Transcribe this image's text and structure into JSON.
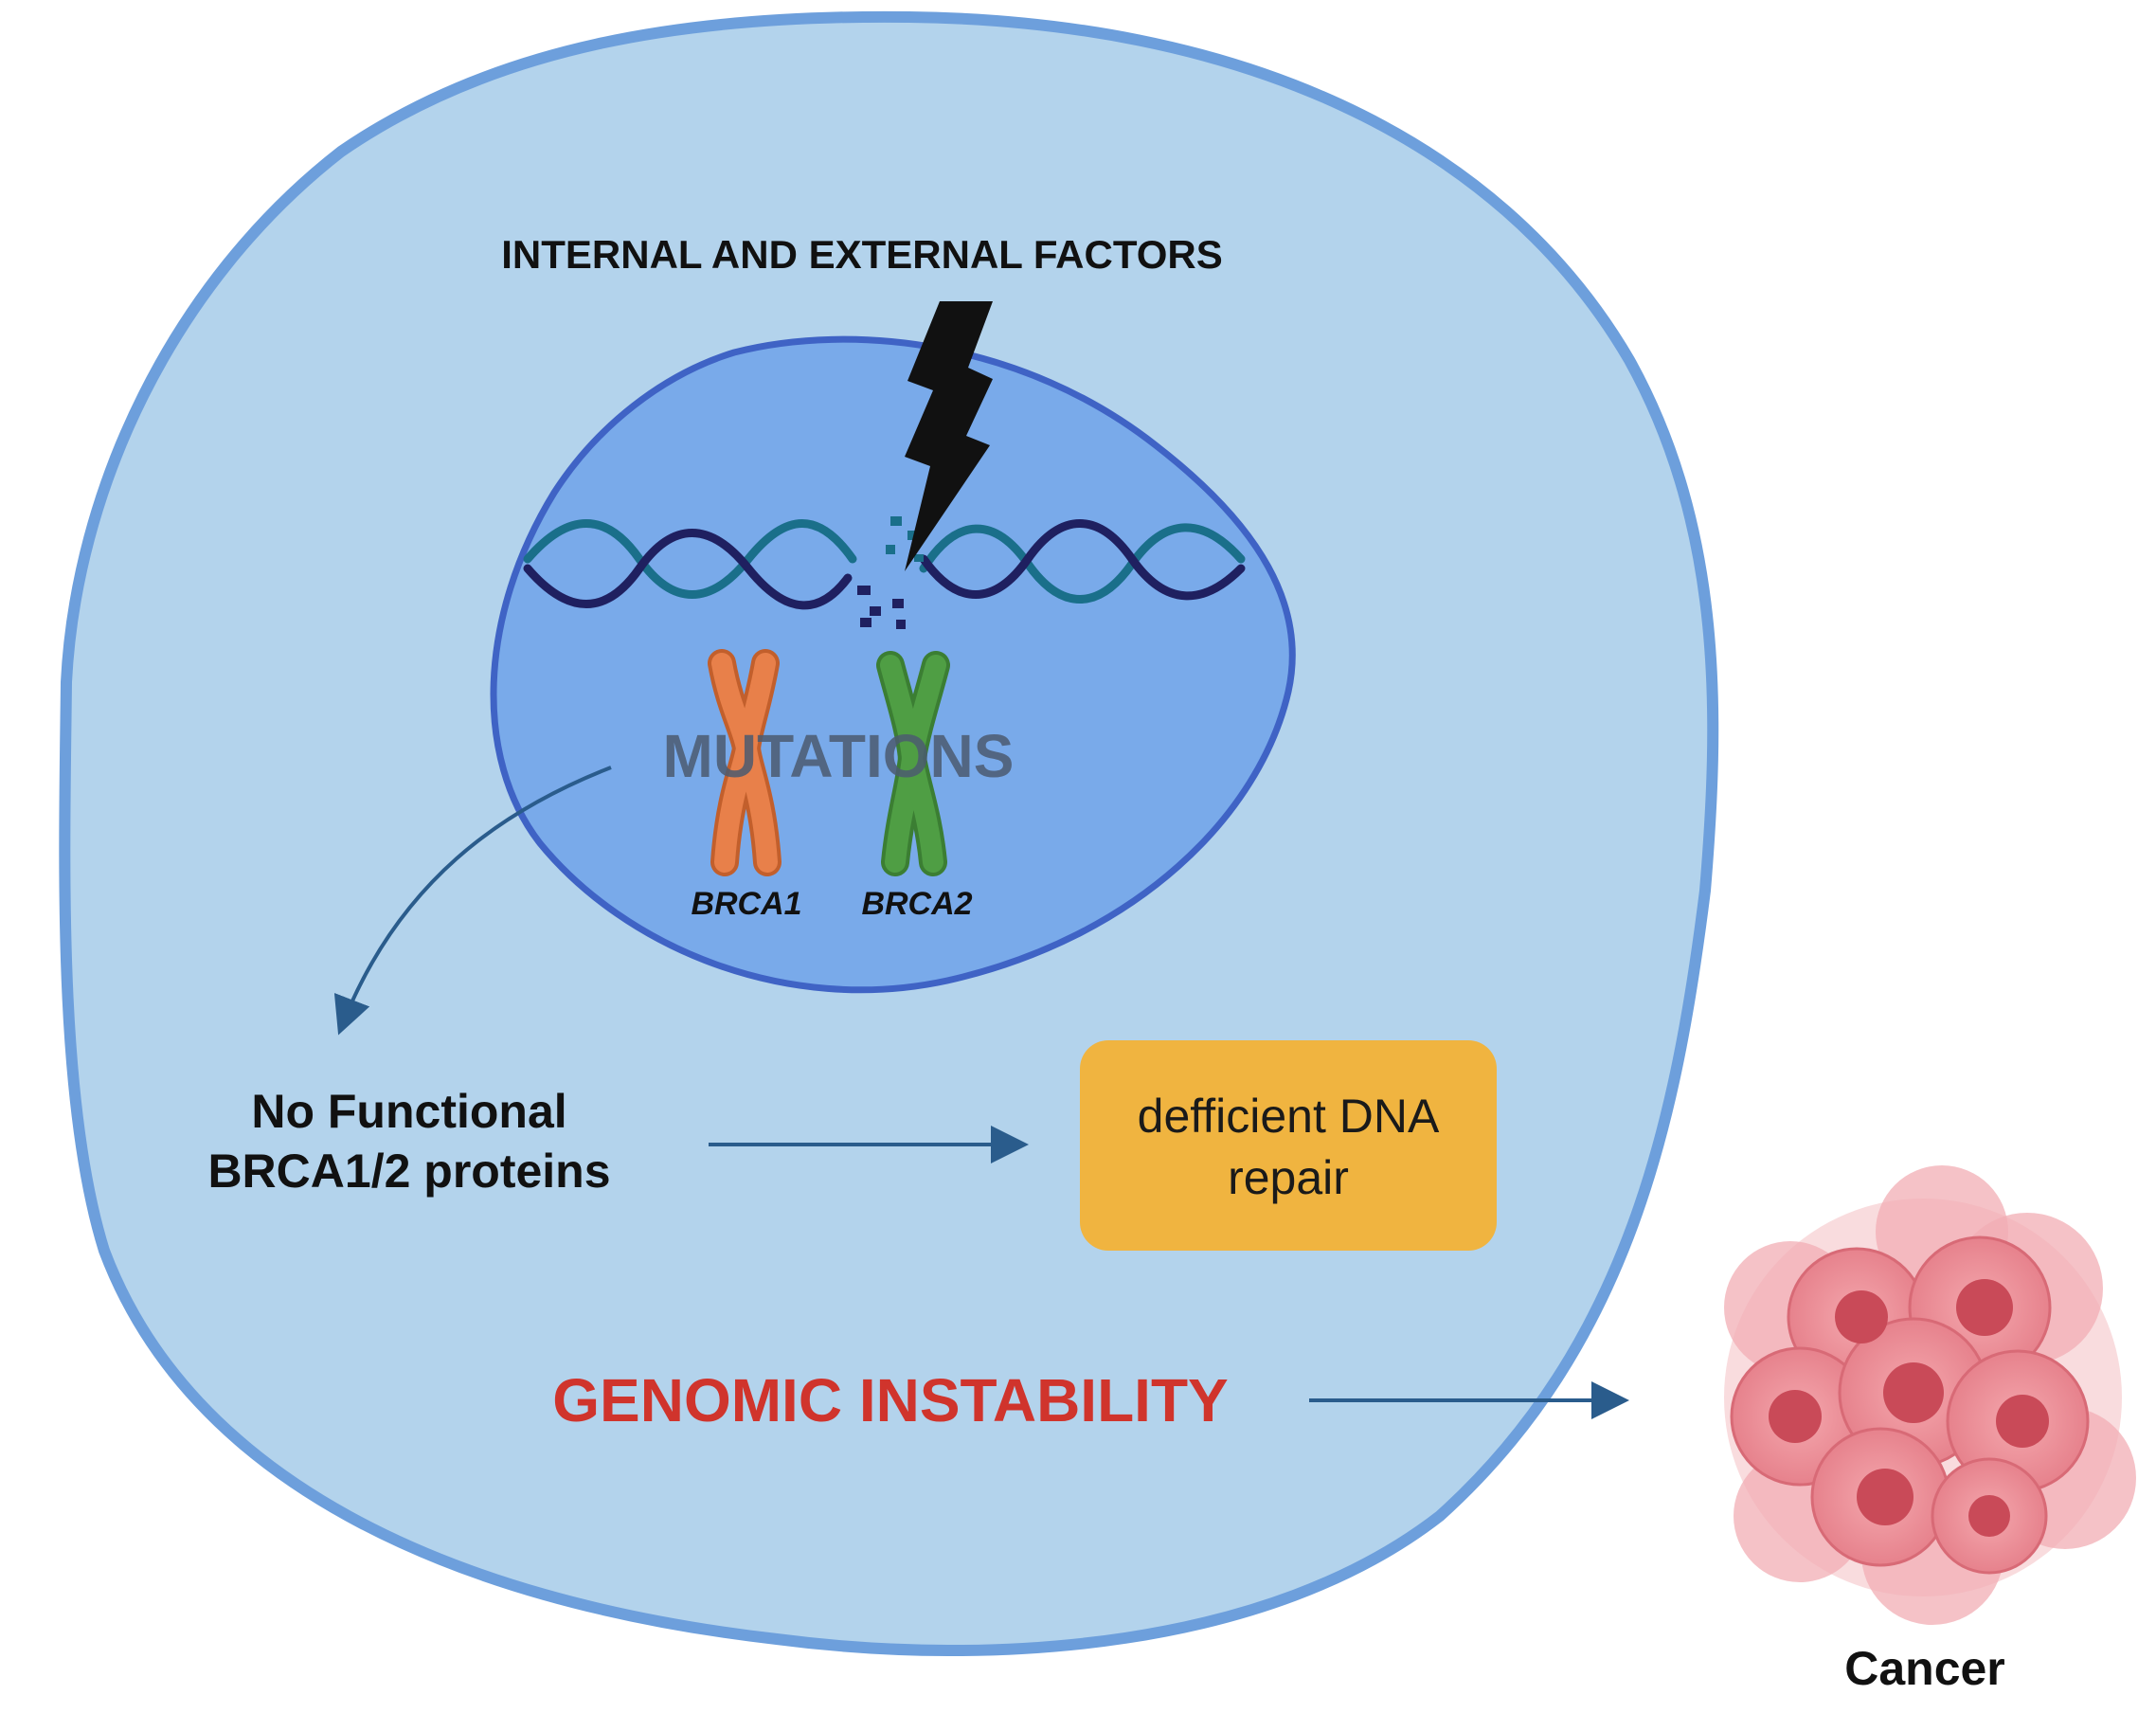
{
  "labels": {
    "factors": "INTERNAL AND EXTERNAL FACTORS",
    "mutations": "MUTATIONS",
    "brca1": "BRCA1",
    "brca2": "BRCA2",
    "no_functional_line1": "No Functional",
    "no_functional_line2": "BRCA1/2 proteins",
    "deficient_line1": "defficient DNA",
    "deficient_line2": "repair",
    "genomic": "GENOMIC INSTABILITY",
    "cancer": "Cancer"
  },
  "icons": {
    "damage": "lightning-bolt-icon",
    "dna": "dna-helix-icon",
    "chromosome_brca1": "chromosome-icon",
    "chromosome_brca2": "chromosome-icon",
    "tumor": "cancer-cell-cluster-icon"
  },
  "colors": {
    "cell_fill": "#b3d3ec",
    "cell_border": "#6d9fdc",
    "nucleus_fill": "#79aaea",
    "nucleus_border": "#3f63c5",
    "dna_strand_a": "#1a6f8a",
    "dna_strand_b": "#1f2060",
    "brca1_chromosome": "#e8804a",
    "brca2_chromosome": "#4f9e44",
    "arrow": "#2a5c8c",
    "repair_box": "#f0b440",
    "genomic_text": "#d0342c",
    "cancer_cells": "#e8808a"
  }
}
